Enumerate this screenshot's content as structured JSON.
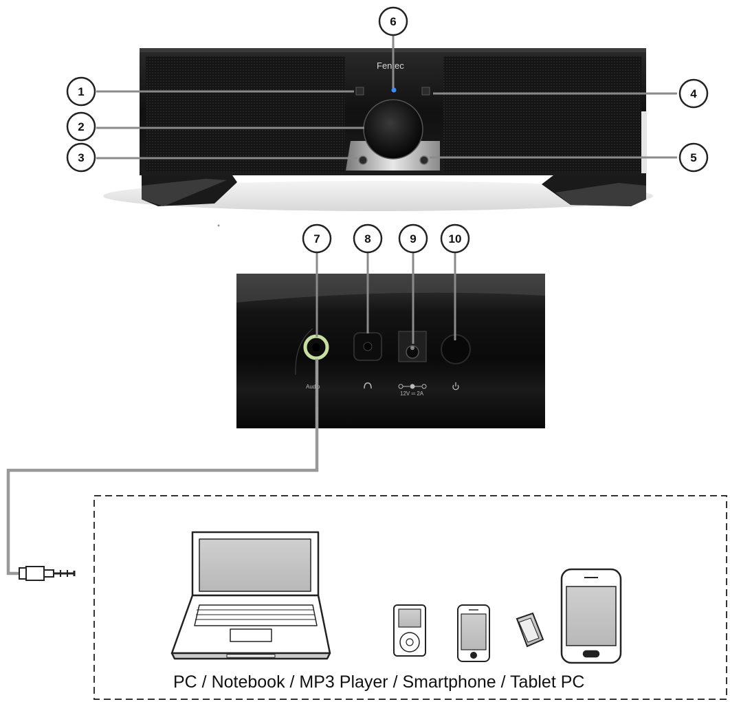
{
  "brand": "Fentec",
  "callouts": [
    {
      "num": "1"
    },
    {
      "num": "2"
    },
    {
      "num": "3"
    },
    {
      "num": "4"
    },
    {
      "num": "5"
    },
    {
      "num": "6"
    },
    {
      "num": "7"
    },
    {
      "num": "8"
    },
    {
      "num": "9"
    },
    {
      "num": "10"
    }
  ],
  "back_panel": {
    "audio_label": "Audio",
    "power_spec": "12V ═ 2A"
  },
  "devices_caption": "PC / Notebook / MP3 Player / Smartphone / Tablet PC",
  "icons": {
    "headphone": "headphone-icon",
    "power": "power-icon",
    "polarity": "dc-polarity-icon"
  }
}
